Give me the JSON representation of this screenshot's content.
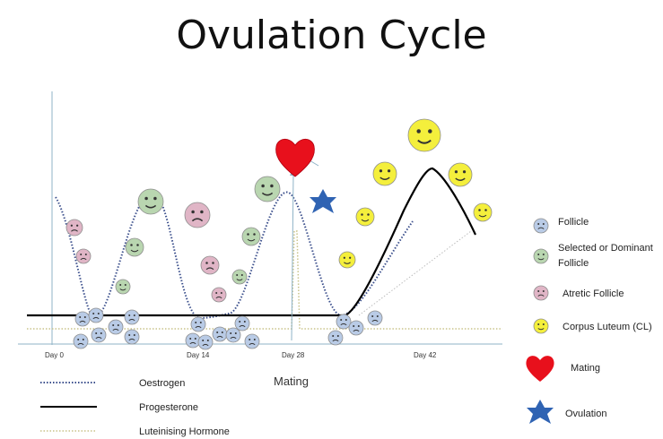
{
  "title": "Ovulation Cycle",
  "day_labels": {
    "day0": "Day 0",
    "day14": "Day 14",
    "day28": "Day 28",
    "day42": "Day 42"
  },
  "mating_label": "Mating",
  "line_legend": [
    {
      "label": "Oestrogen",
      "style": "dotted",
      "color": "#3b4f8c"
    },
    {
      "label": "Progesterone",
      "style": "solid",
      "color": "#000000"
    },
    {
      "label": "Luteinising Hormone",
      "style": "dotted",
      "color": "#c9c38a"
    }
  ],
  "symbol_legend": [
    {
      "label": "Follicle",
      "icon": "follicle-face-icon"
    },
    {
      "label": "Selected or Dominant",
      "label2": "Follicle",
      "icon": "dominant-follicle-face-icon"
    },
    {
      "label": "Atretic Follicle",
      "icon": "atretic-follicle-face-icon"
    },
    {
      "label": "Corpus Luteum (CL)",
      "icon": "corpus-luteum-face-icon"
    },
    {
      "label": "Mating",
      "icon": "heart-icon"
    },
    {
      "label": "Ovulation",
      "icon": "star-icon"
    }
  ],
  "colors": {
    "follicle": "#b9cbe6",
    "dominant": "#b9d6b0",
    "atretic": "#e0b5c6",
    "corpus_luteum": "#f4ef3c",
    "heart": "#e8101c",
    "star": "#2f63b3",
    "axis": "#8fb3c7"
  }
}
